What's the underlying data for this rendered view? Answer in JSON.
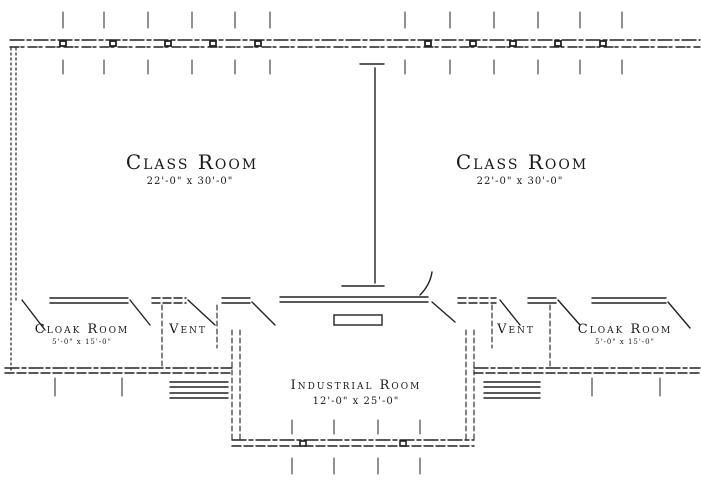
{
  "rooms": {
    "class_room_left": {
      "name": "Class Room",
      "dims": "22'-0\" x 30'-0\""
    },
    "class_room_right": {
      "name": "Class Room",
      "dims": "22'-0\" x 30'-0\""
    },
    "cloak_room_left": {
      "name": "Cloak Room",
      "dims": "5'-0\" x 15'-0\""
    },
    "cloak_room_right": {
      "name": "Cloak Room",
      "dims": "5'-0\" x 15'-0\""
    },
    "vent_left": {
      "name": "Vent"
    },
    "vent_right": {
      "name": "Vent"
    },
    "industrial_room": {
      "name": "Industrial Room",
      "dims": "12'-0\" x 25'-0\""
    }
  }
}
